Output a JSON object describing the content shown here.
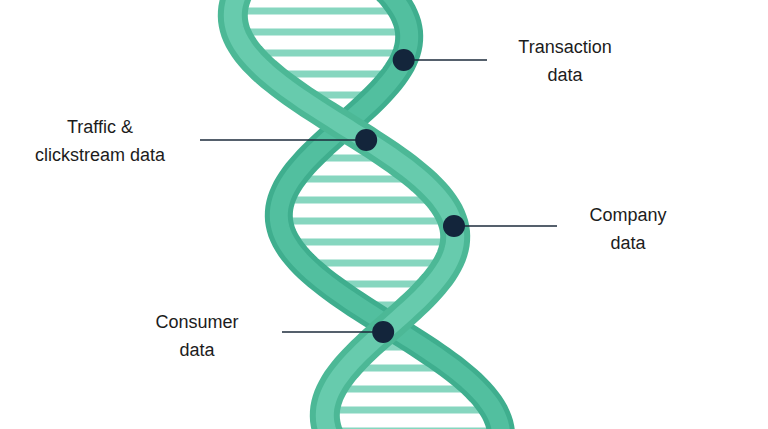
{
  "diagram": {
    "labels": [
      "Transaction data",
      "Traffic & clickstream data",
      "Company data",
      "Consumer data"
    ]
  }
}
